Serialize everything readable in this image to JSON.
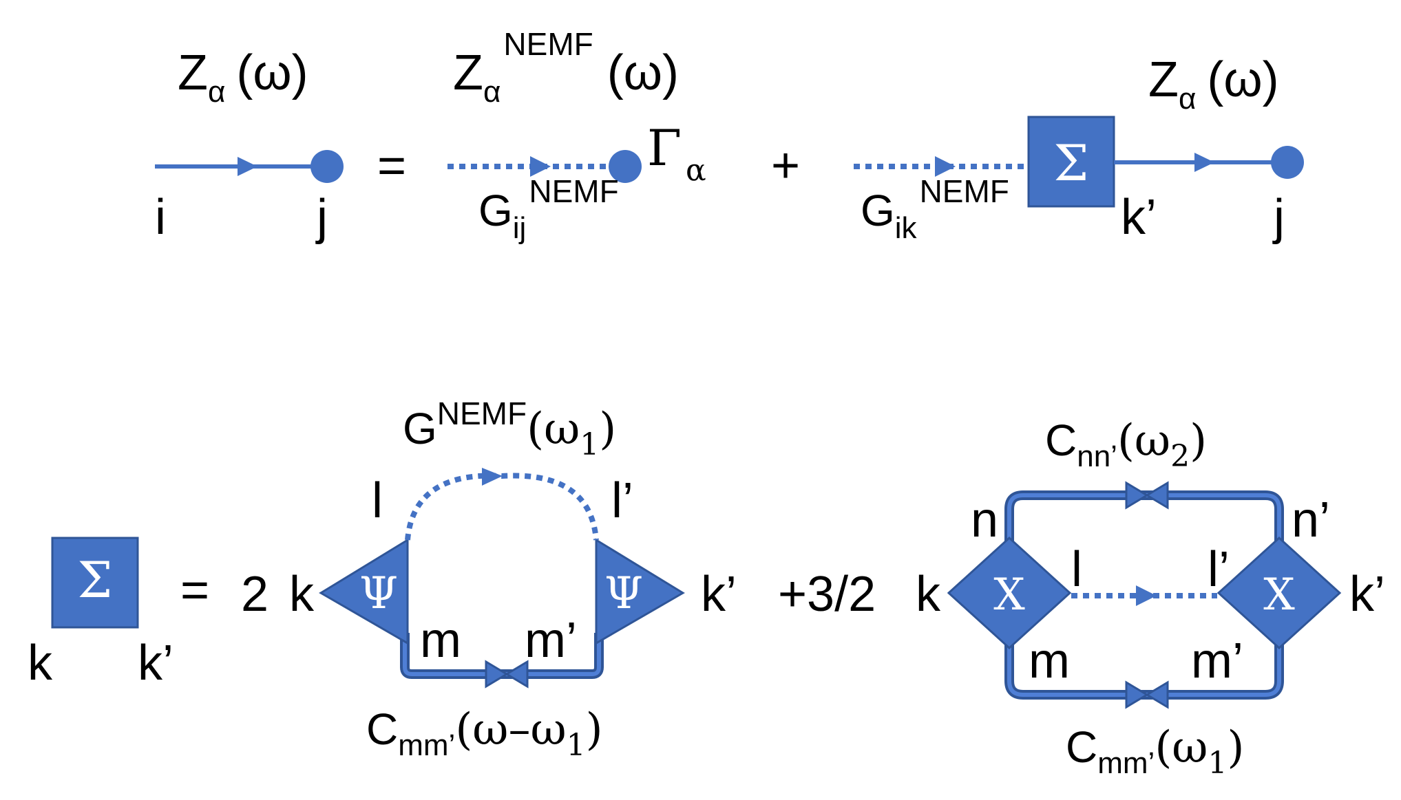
{
  "equation1": {
    "lhs": {
      "function": "Z",
      "function_sub": "α",
      "argument": "(ω)",
      "start_label": "i",
      "end_label": "j"
    },
    "equals": "=",
    "term1": {
      "function": "Z",
      "function_sub": "α",
      "function_sup": "NEMF",
      "argument": "(ω)",
      "propagator": "G",
      "propagator_sub": "ij",
      "propagator_sup": "NEMF",
      "vertex": "Γ",
      "vertex_sub": "α"
    },
    "plus": "+",
    "term2": {
      "propagator": "G",
      "propagator_sub": "ik",
      "propagator_sup": "NEMF",
      "box_symbol": "Σ",
      "function": "Z",
      "function_sub": "α",
      "argument": "(ω)",
      "mid_label": "k’",
      "end_label": "j"
    }
  },
  "equation2": {
    "lhs": {
      "box_symbol": "Σ",
      "left_label": "k",
      "right_label": "k’"
    },
    "equals": "=",
    "term1": {
      "coefficient": "2",
      "left_label": "k",
      "right_label": "k’",
      "vertex_symbol": "Ψ",
      "loop_propagator": "G",
      "loop_propagator_sup": "NEMF",
      "loop_argument": "(ω",
      "loop_argument_sub": "1",
      "loop_close": ")",
      "top_left_index": "l",
      "top_right_index": "l’",
      "bottom_left_index": "m",
      "bottom_right_index": "m’",
      "bottom_function": "C",
      "bottom_function_sub": "mm’",
      "bottom_argument": "(ω–ω",
      "bottom_argument_sub": "1",
      "bottom_close": ")"
    },
    "term2": {
      "coefficient": "+3/2",
      "left_label": "k",
      "right_label": "k’",
      "vertex_symbol": "X",
      "top_function": "C",
      "top_function_sub": "nn’",
      "top_argument": "(ω",
      "top_argument_sub": "2",
      "top_close": ")",
      "top_left_index": "n",
      "top_right_index": "n’",
      "middle_left_index": "l",
      "middle_right_index": "l’",
      "bottom_left_index": "m",
      "bottom_right_index": "m’",
      "bottom_function": "C",
      "bottom_function_sub": "mm’",
      "bottom_argument": "(ω",
      "bottom_argument_sub": "1",
      "bottom_close": ")"
    }
  },
  "colors": {
    "line": "#4472c4",
    "dark_line": "#2f5597",
    "box_fill": "#4472c4",
    "text": "#000000"
  }
}
